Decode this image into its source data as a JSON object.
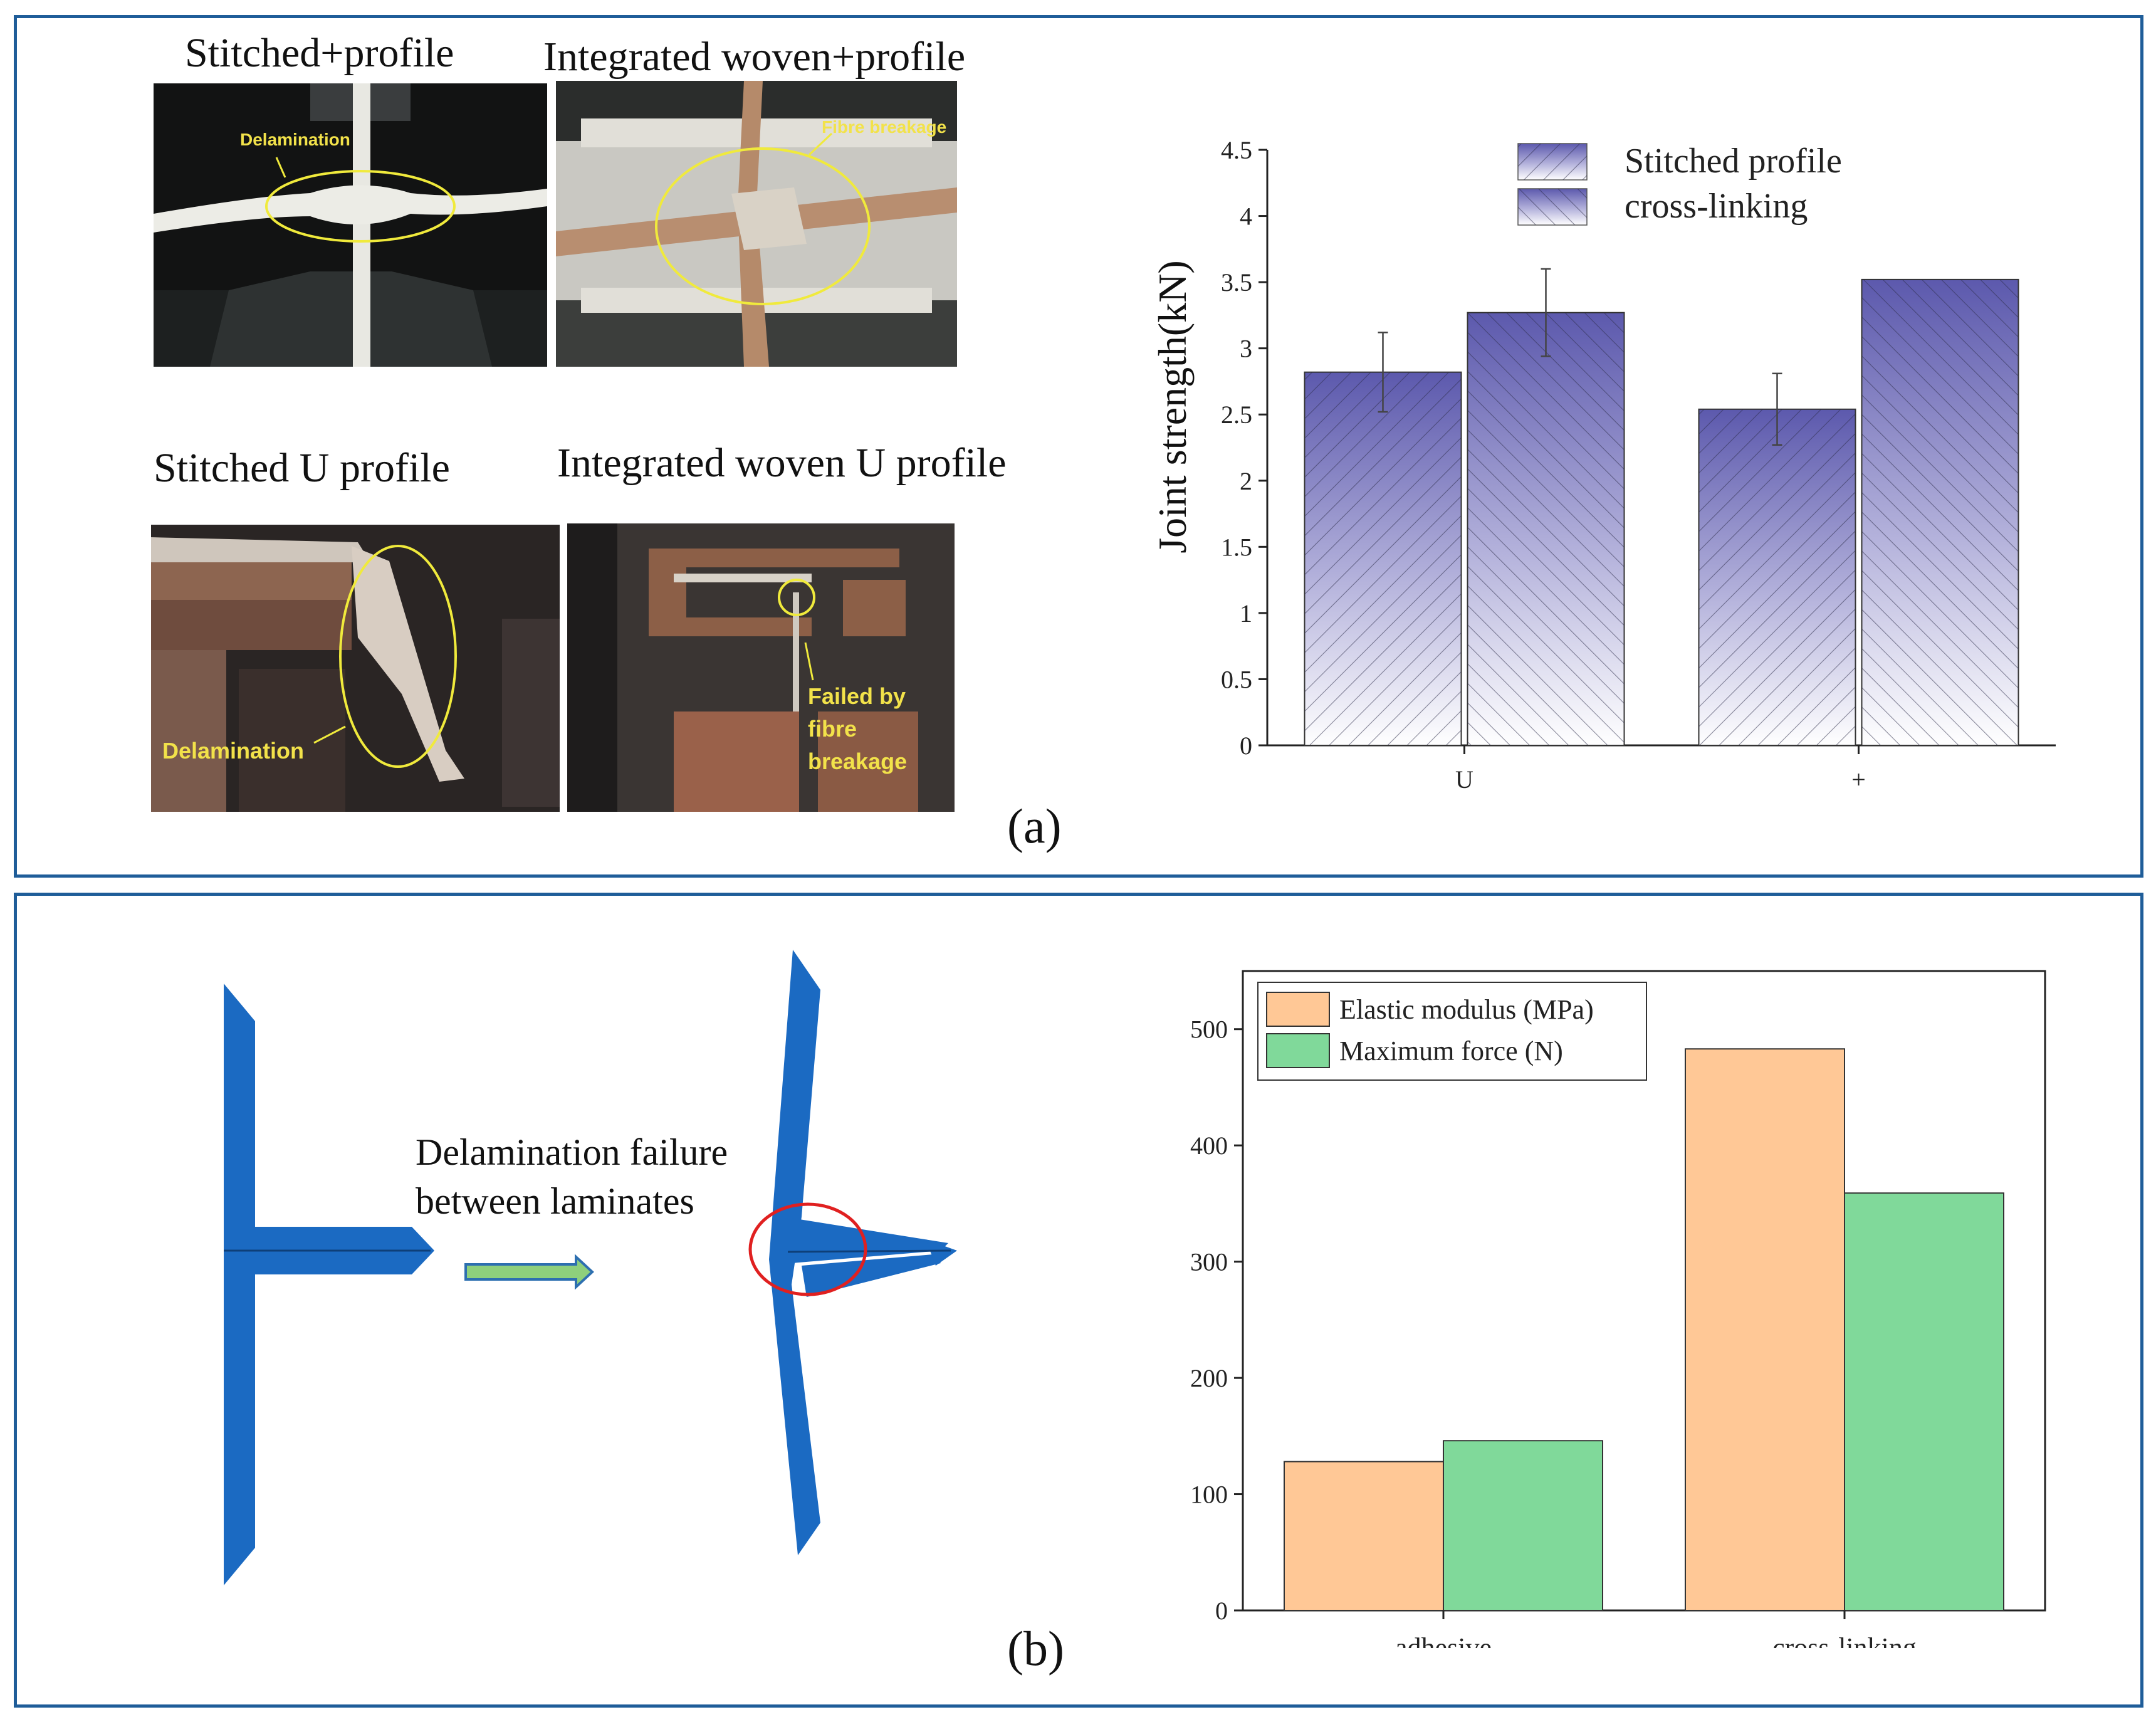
{
  "panel_a": {
    "label": "(a)",
    "photos": [
      {
        "title": "Stitched+profile",
        "annotation": "Delamination"
      },
      {
        "title": "Integrated woven+profile",
        "annotation": "Fibre breakage"
      },
      {
        "title": "Stitched U profile",
        "annotation": "Delamination"
      },
      {
        "title": "Integrated woven U profile",
        "annotation": "Failed by fibre breakage"
      }
    ]
  },
  "panel_b": {
    "label": "(b)",
    "diagram_text_line1": "Delamination failure",
    "diagram_text_line2": "between laminates"
  },
  "chart_data": [
    {
      "type": "bar",
      "ylabel": "Joint strength(kN)",
      "categories": [
        "U",
        "+"
      ],
      "ylim": [
        0,
        4.5
      ],
      "yticks": [
        "0",
        "0.5",
        "1",
        "1.5",
        "2",
        "2.5",
        "3",
        "3.5",
        "4",
        "4.5"
      ],
      "series": [
        {
          "name": "Stitched profile",
          "values": [
            2.82,
            2.54
          ],
          "errors": [
            0.3,
            0.27
          ]
        },
        {
          "name": "cross-linking",
          "values": [
            3.27,
            3.52
          ],
          "errors": [
            0.33,
            0
          ]
        }
      ],
      "legend_position": "top-right",
      "colors": {
        "top": "#5c59ad",
        "bottom": "#ffffff",
        "hatch": "#2b2b48"
      }
    },
    {
      "type": "bar",
      "categories": [
        "adhesive",
        "cross-linking"
      ],
      "ylim": [
        0,
        550
      ],
      "yticks": [
        "0",
        "100",
        "200",
        "300",
        "400",
        "500"
      ],
      "series": [
        {
          "name": "Elastic modulus (MPa)",
          "values": [
            128,
            483
          ],
          "color": "#ffc896"
        },
        {
          "name": "Maximum force (N)",
          "values": [
            146,
            359
          ],
          "color": "#80d99a"
        }
      ],
      "legend_position": "top-left"
    }
  ]
}
